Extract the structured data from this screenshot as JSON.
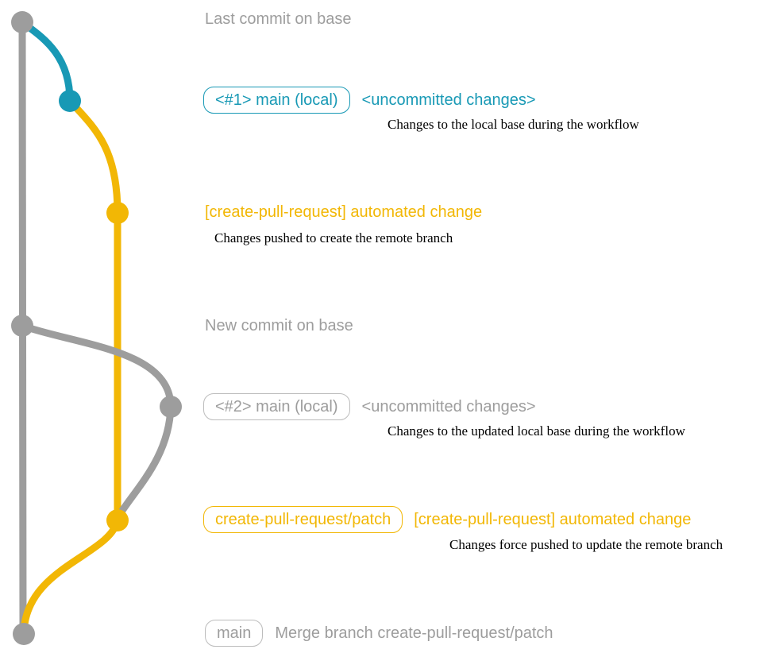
{
  "colors": {
    "gray": "#9d9d9d",
    "gray_border": "#bcbcbc",
    "blue": "#1899b5",
    "yellow": "#f2b705",
    "text_dark": "#000000"
  },
  "labels": {
    "last_commit": "Last commit on base",
    "branch1": {
      "badge": "<#1> main (local)",
      "status": "<uncommitted changes>",
      "desc": "Changes to the local base during the workflow"
    },
    "auto1": {
      "title": "[create-pull-request] automated change",
      "desc": "Changes pushed to create the remote branch"
    },
    "new_commit": "New commit on base",
    "branch2": {
      "badge": "<#2> main (local)",
      "status": "<uncommitted changes>",
      "desc": "Changes to the updated local base during the workflow"
    },
    "patch": {
      "badge": "create-pull-request/patch",
      "title": "[create-pull-request] automated change",
      "desc": "Changes force pushed to update the remote branch"
    },
    "merge": {
      "badge": "main",
      "text": "Merge branch create-pull-request/patch"
    }
  }
}
